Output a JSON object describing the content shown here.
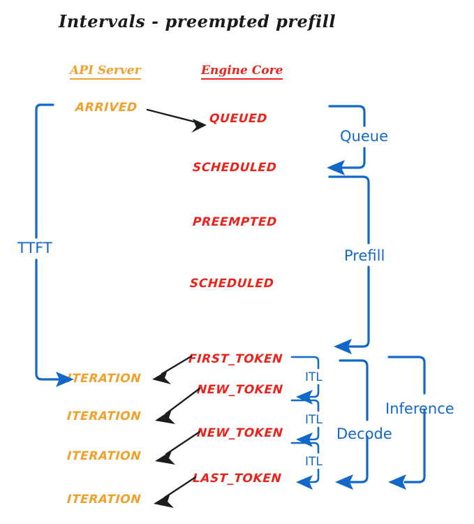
{
  "title": "Intervals - preempted prefill",
  "colors": {
    "api_server": "#F2A02C",
    "engine_core": "#E8251C",
    "annotation_blue": "#1168C8",
    "arrow_black": "#1d1d1d",
    "background": "#ffffff"
  },
  "columns": {
    "api_server": "API Server",
    "engine_core": "Engine Core"
  },
  "events": {
    "api_server": [
      {
        "label": "ARRIVED"
      },
      {
        "label": "ITERATION"
      },
      {
        "label": "ITERATION"
      },
      {
        "label": "ITERATION"
      },
      {
        "label": "ITERATION"
      }
    ],
    "engine_core": [
      {
        "label": "QUEUED"
      },
      {
        "label": "SCHEDULED"
      },
      {
        "label": "PREEMPTED"
      },
      {
        "label": "SCHEDULED"
      },
      {
        "label": "FIRST_TOKEN"
      },
      {
        "label": "NEW_TOKEN"
      },
      {
        "label": "NEW_TOKEN"
      },
      {
        "label": "LAST_TOKEN"
      }
    ]
  },
  "intervals": {
    "ttft": "TTFT",
    "queue": "Queue",
    "prefill": "Prefill",
    "decode": "Decode",
    "inference": "Inference",
    "itl": [
      "ITL",
      "ITL",
      "ITL"
    ]
  }
}
